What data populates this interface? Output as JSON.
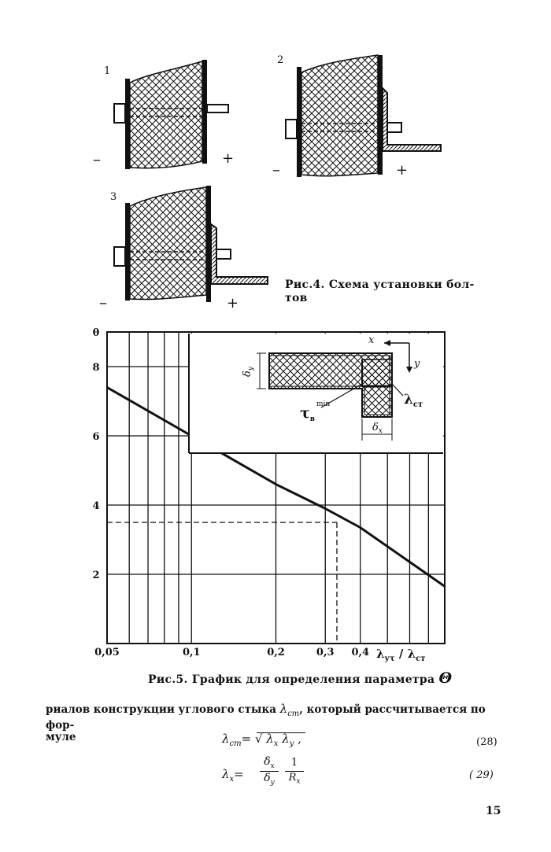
{
  "fig4": {
    "labels": [
      "1",
      "2",
      "3"
    ],
    "minus": "–",
    "plus": "+",
    "caption_line1": "Рис.4.  Схема  установки  бол-",
    "caption_line2": "тов"
  },
  "fig5": {
    "caption": "Рис.5. График для определения параметра ",
    "caption_symbol": "Θ",
    "inset": {
      "x": "x",
      "y": "y",
      "delta_y": "δ",
      "delta_y_sub": "y",
      "delta_x": "δ",
      "delta_x_sub": "x",
      "tau": "τ",
      "tau_sub": "в",
      "tau_sup": "min",
      "lambda": "λ",
      "lambda_sub": "ст"
    }
  },
  "chart_data": {
    "type": "line",
    "title": "",
    "xlabel_main": "λ",
    "xlabel_sub1": "уτ",
    "xlabel_sep": " / ",
    "xlabel_main2": "λ",
    "xlabel_sub2": "ст",
    "xscale": "log",
    "xlim": [
      0.05,
      0.8
    ],
    "ylim": [
      0,
      9
    ],
    "x_ticks": [
      "0,05",
      "0,1",
      "0,2",
      "0,3",
      "0,4"
    ],
    "y_ticks": [
      "θ",
      "8",
      "6",
      "4",
      "2"
    ],
    "grid": true,
    "series": [
      {
        "x": [
          0.05,
          0.1,
          0.2,
          0.3,
          0.4,
          0.8
        ],
        "y": [
          7.4,
          6.0,
          4.6,
          3.9,
          3.35,
          1.65
        ]
      }
    ],
    "reference_line": {
      "x": 0.33,
      "y": 3.5
    }
  },
  "body": {
    "para_line1_a": "риалов конструкции углового стыка ",
    "para_sym": "λ",
    "para_sym_sub": "ст",
    "para_line1_b": ", который рассчитывается по фор-",
    "para_line2": "муле"
  },
  "equations": {
    "eq28_lhs": "λ",
    "eq28_lhs_sub": "ст",
    "eq28_rhs": "= √ λ",
    "eq28_rhs_sub1": "x",
    "eq28_rhs_mid": " λ",
    "eq28_rhs_sub2": "y",
    "eq28_tail": " ,",
    "eq28_num": "(28)",
    "eq29_lhs": "λ",
    "eq29_lhs_sub": "x",
    "eq29_eq": "=",
    "eq29_num_top": "δ",
    "eq29_num_top_sub": "x",
    "eq29_num_bot": "δ",
    "eq29_num_bot_sub": "y",
    "eq29_frac2_top": "1",
    "eq29_frac2_bot": "R",
    "eq29_frac2_bot_sub": "x",
    "eq29_num": "( 29)"
  },
  "page_number": "15"
}
